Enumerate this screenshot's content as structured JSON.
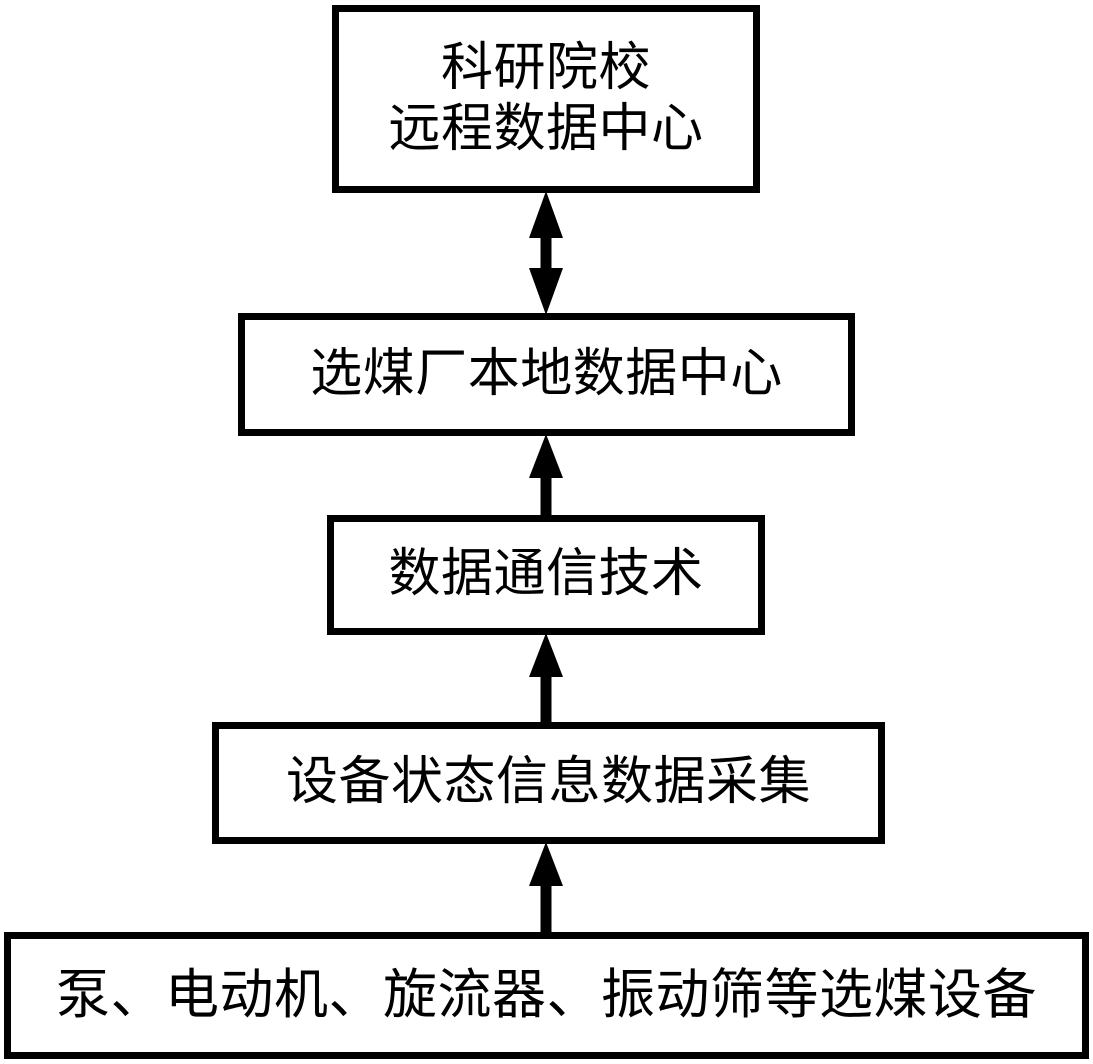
{
  "diagram": {
    "type": "flowchart",
    "orientation": "vertical-bottom-up",
    "background_color": "#ffffff",
    "line_color": "#000000",
    "fill_color": "#ffffff",
    "nodes": [
      {
        "id": "remote-data-center",
        "label": "科研院校\n远程数据中心",
        "lines": [
          "科研院校",
          "远程数据中心"
        ],
        "level": 5
      },
      {
        "id": "local-data-center",
        "label": "选煤厂本地数据中心",
        "lines": [
          "选煤厂本地数据中心"
        ],
        "level": 4
      },
      {
        "id": "data-comm-tech",
        "label": "数据通信技术",
        "lines": [
          "数据通信技术"
        ],
        "level": 3
      },
      {
        "id": "status-acquisition",
        "label": "设备状态信息数据采集",
        "lines": [
          "设备状态信息数据采集"
        ],
        "level": 2
      },
      {
        "id": "coal-equipment",
        "label": "泵、电动机、旋流器、振动筛等选煤设备",
        "lines": [
          "泵、电动机、旋流器、振动筛等选煤设备"
        ],
        "level": 1
      }
    ],
    "connectors": [
      {
        "id": "remote-local",
        "from": "local-data-center",
        "to": "remote-data-center",
        "arrow": "double-headed",
        "direction": "bidirectional"
      },
      {
        "id": "local-comm",
        "from": "data-comm-tech",
        "to": "local-data-center",
        "arrow": "single-headed",
        "direction": "upward"
      },
      {
        "id": "comm-acq",
        "from": "status-acquisition",
        "to": "data-comm-tech",
        "arrow": "single-headed",
        "direction": "upward"
      },
      {
        "id": "acq-equipment",
        "from": "coal-equipment",
        "to": "status-acquisition",
        "arrow": "single-headed",
        "direction": "upward"
      }
    ]
  }
}
